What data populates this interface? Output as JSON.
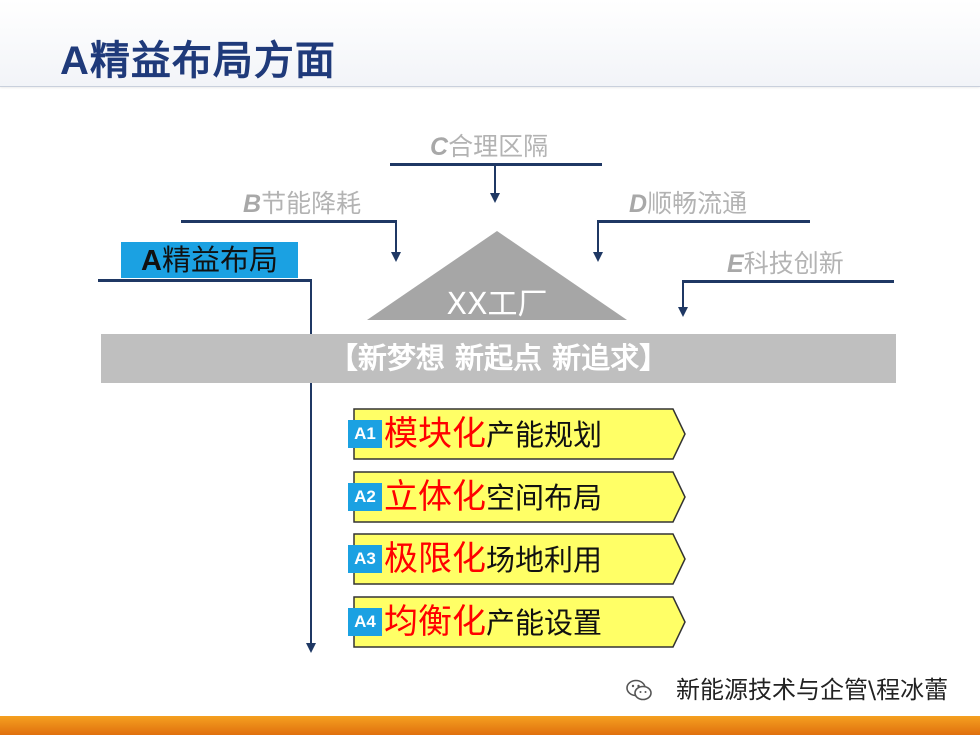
{
  "title": {
    "letter": "A",
    "text": "精益布局方面"
  },
  "labels": {
    "b": {
      "letter": "B",
      "text": "节能降耗"
    },
    "c": {
      "letter": "C",
      "text": "合理区隔"
    },
    "d": {
      "letter": "D",
      "text": "顺畅流通"
    },
    "e": {
      "letter": "E",
      "text": "科技创新"
    }
  },
  "a_box": {
    "letter": "A",
    "text": "精益布局"
  },
  "factory": "XX工厂",
  "banner": "【新梦想 新起点 新追求】",
  "items": [
    {
      "tag": "A1",
      "highlight": "模块化",
      "text": "产能规划"
    },
    {
      "tag": "A2",
      "highlight": "立体化",
      "text": "空间布局"
    },
    {
      "tag": "A3",
      "highlight": "极限化",
      "text": "场地利用"
    },
    {
      "tag": "A4",
      "highlight": "均衡化",
      "text": "产能设置"
    }
  ],
  "watermark": "新能源技术与企管\\程冰蕾",
  "colors": {
    "accent": "#1ba1e2",
    "highlight": "#ff0000",
    "item_fill": "#ffff66",
    "line": "#1f3864",
    "footer": "#f08a1a"
  }
}
